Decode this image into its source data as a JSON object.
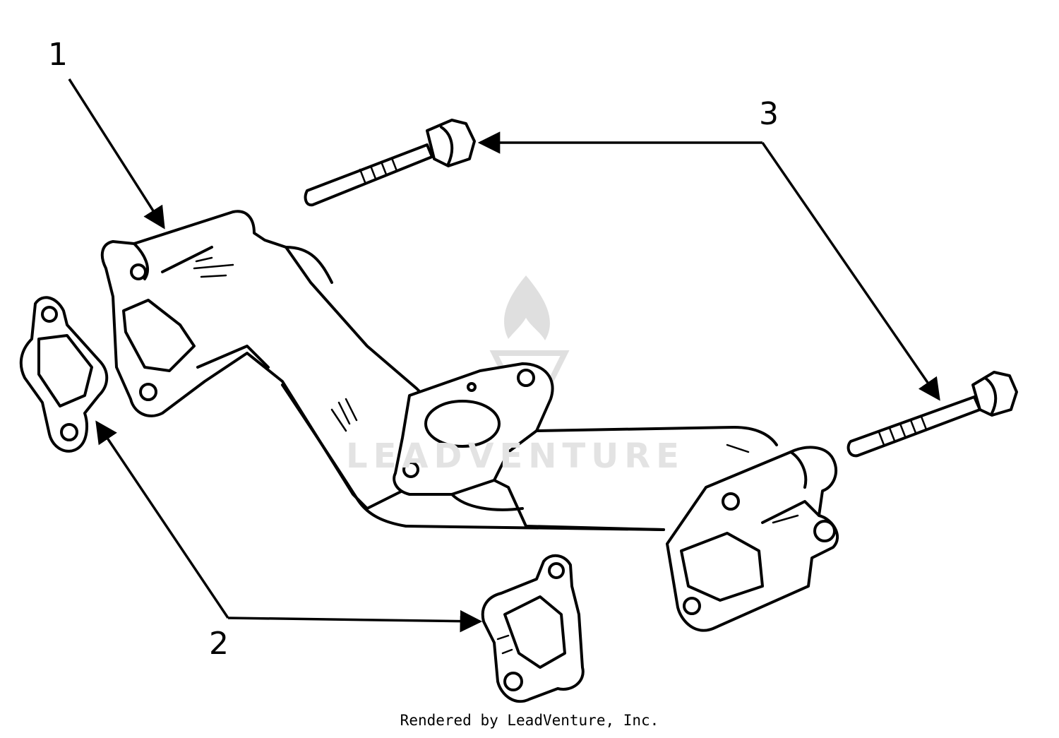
{
  "callouts": {
    "part_1": "1",
    "part_2": "2",
    "part_3": "3"
  },
  "watermark": "LEADVENTURE",
  "footer": {
    "credit": "Rendered by LeadVenture, Inc."
  }
}
